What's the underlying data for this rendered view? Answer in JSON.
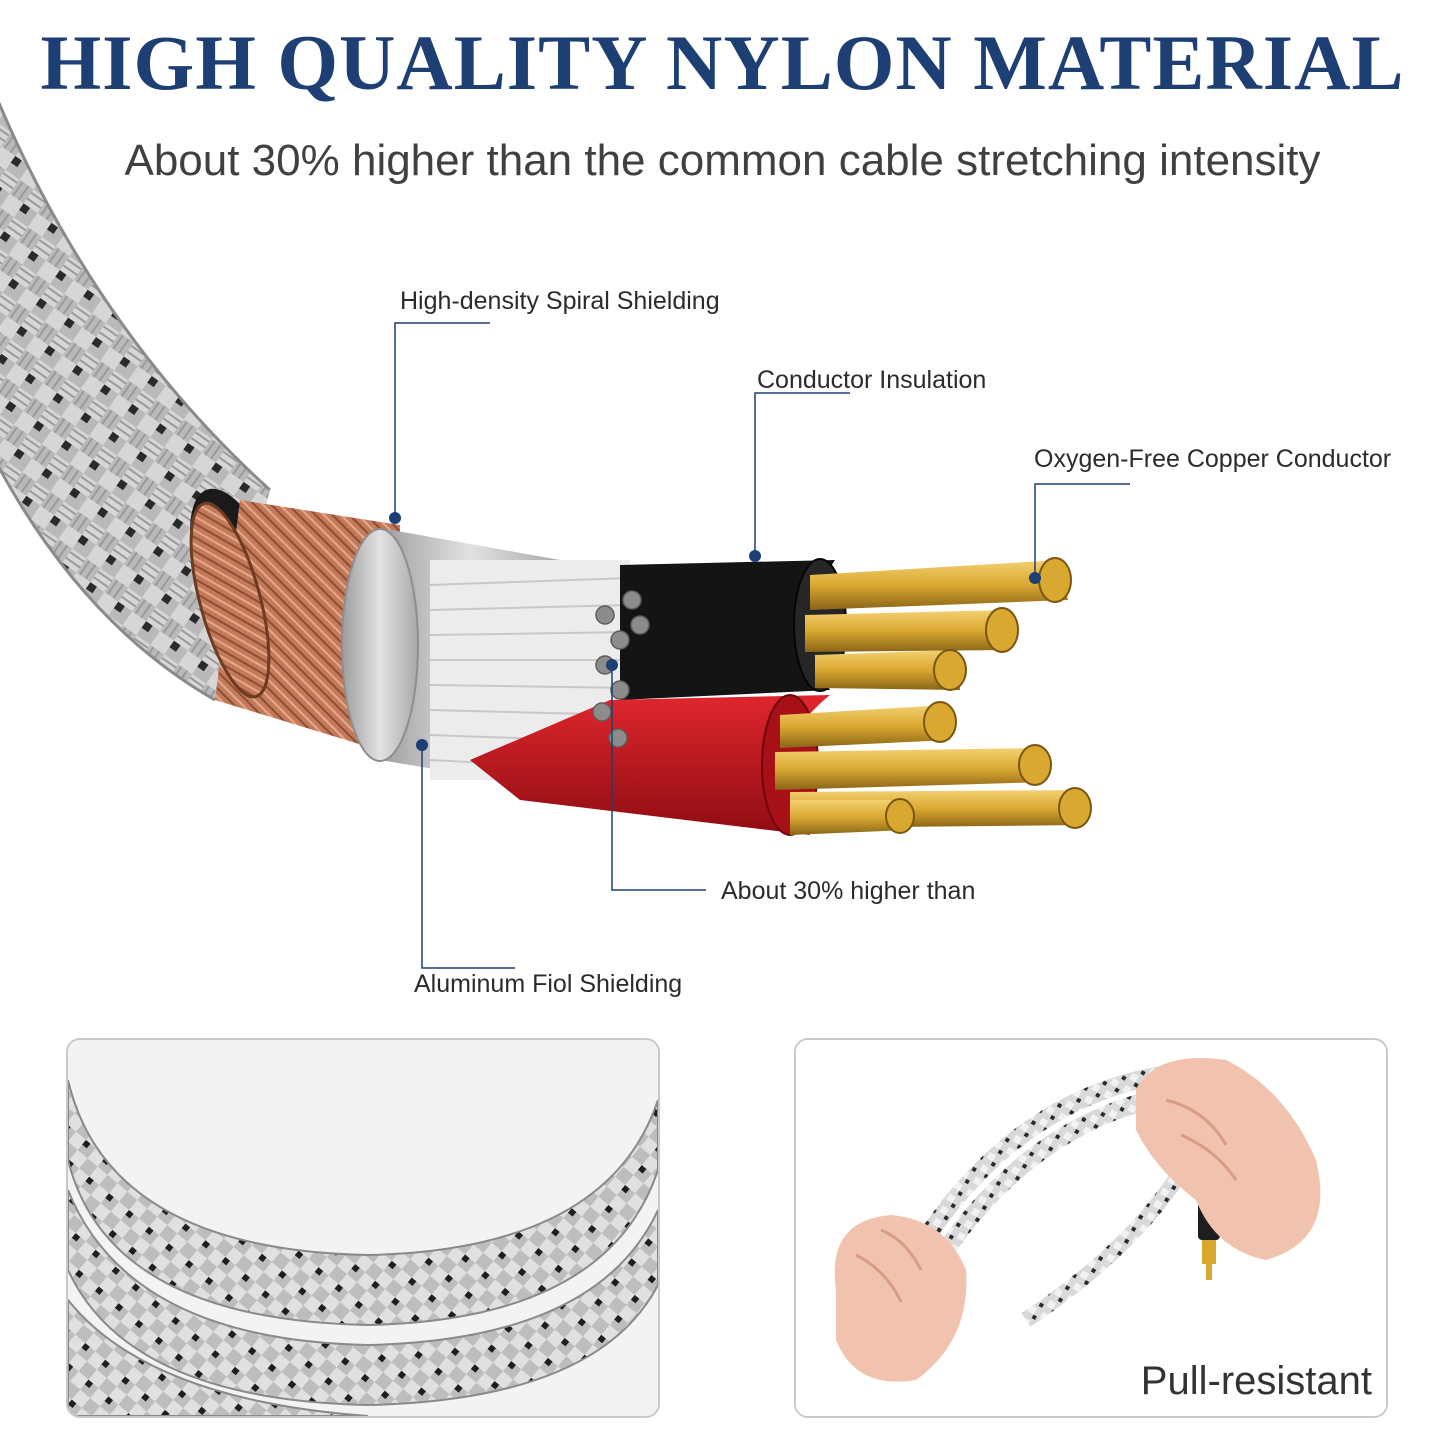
{
  "header": {
    "title": "HIGH QUALITY NYLON MATERIAL",
    "subtitle": "About 30% higher than the common cable stretching intensity"
  },
  "callouts": {
    "spiral_shielding": "High-density Spiral Shielding",
    "conductor_insulation": "Conductor Insulation",
    "copper_conductor": "Oxygen-Free Copper Conductor",
    "strength": "About 30% higher than",
    "foil_shielding": "Aluminum Fiol Shielding"
  },
  "panels": {
    "right_caption": "Pull-resistant"
  },
  "colors": {
    "title": "#1d3f73",
    "callout_line": "#1d3f73",
    "copper_braid": "#c27a5a",
    "foil": "#c8c8c8",
    "insulation_black": "#141414",
    "insulation_red": "#c8161d",
    "conductor_gold": "#d9a830"
  }
}
